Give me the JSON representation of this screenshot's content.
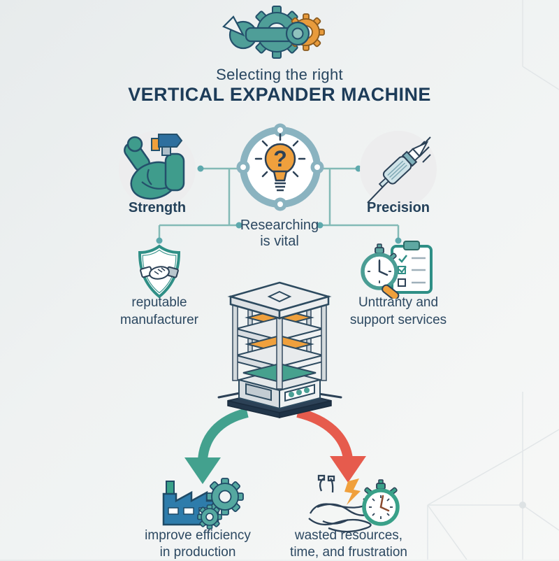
{
  "header": {
    "subtitle": "Selecting the right",
    "title": "VERTICAL EXPANDER MACHINE"
  },
  "hub": {
    "question_mark": "?",
    "caption_line1": "Researching",
    "caption_line2": "is vital"
  },
  "factors": {
    "strength_label": "Strength",
    "precision_label": "Precision"
  },
  "considerations": {
    "manufacturer_line1": "reputable",
    "manufacturer_line2": "manufacturer",
    "warranty_line1": "Unttranty and",
    "warranty_line2": "support services"
  },
  "outcomes": {
    "positive_line1": "improve efficiency",
    "positive_line2": "in production",
    "negative_line1": "wasted resources,",
    "negative_line2": "time, and frustration"
  },
  "icons": {
    "logo": "wrench-and-gears",
    "strength": "flexed-arm-with-hammer",
    "hub": "lightbulb-question-mark",
    "precision": "crossed-precision-tools",
    "manufacturer": "shield-handshake",
    "warranty": "stopwatch-checklist",
    "machine": "vertical-expander-machine",
    "positive_outcome": "factory-with-gears",
    "negative_outcome": "tangled-wires-broken-bolt-stopwatch"
  },
  "colors": {
    "background_top": "#e7ebec",
    "background_bottom": "#f7f8f7",
    "navy": "#2c4156",
    "teal": "#3fa08c",
    "hub_ring": "#8ab3c0",
    "orange": "#efa03d",
    "green_arrow": "#43a18e",
    "red_arrow": "#e65b4d",
    "connector": "#83bab6",
    "factory_blue": "#2e7cab"
  }
}
